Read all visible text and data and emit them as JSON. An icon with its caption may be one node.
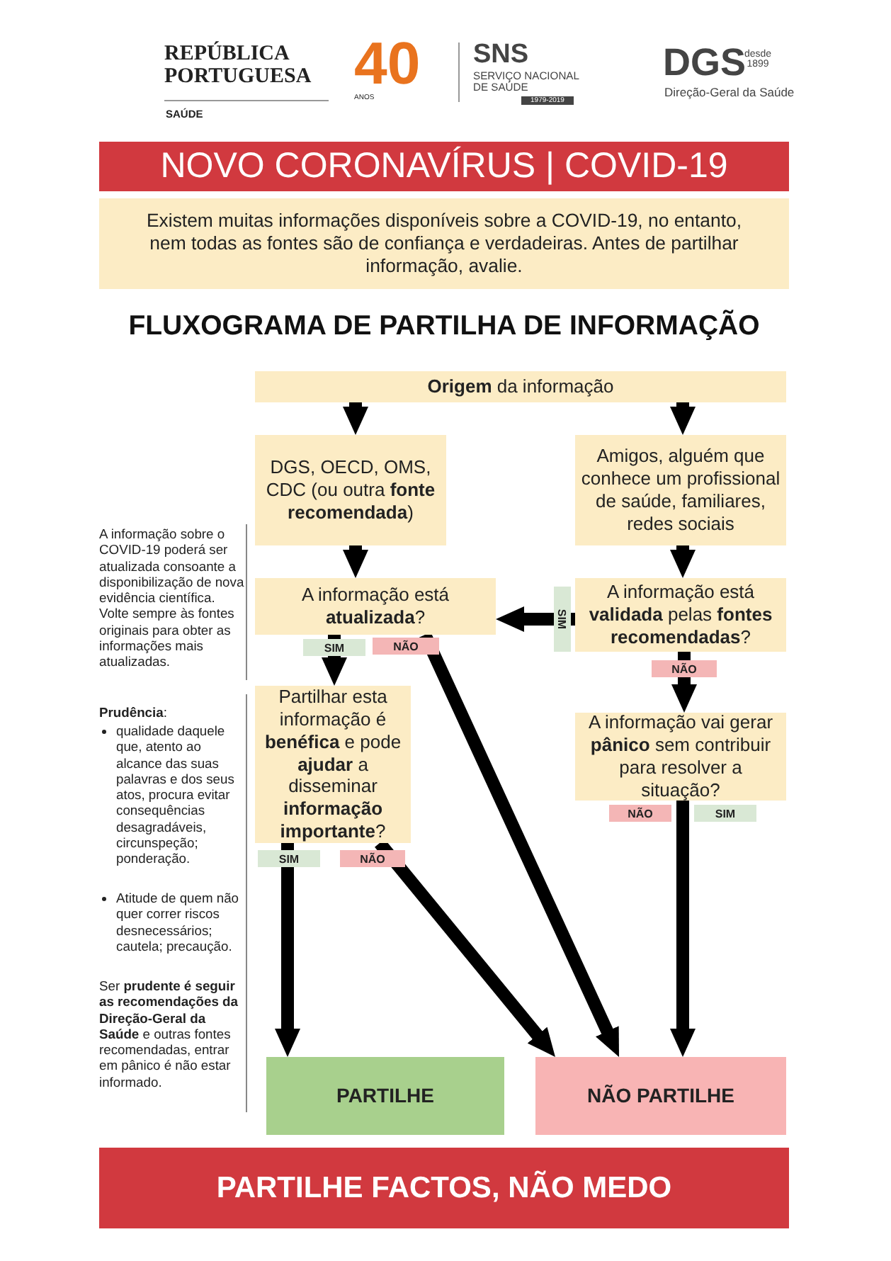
{
  "diagram": {
    "title": "**NOVO CORONAVÍRUS** | COVID-19",
    "nodes": [
      {
        "text": [
          "Existem muitas informações disponíveis sobre a COVID-19, no entanto, nem todas as fontes são de confiança e verdadeiras. Antes de partilhar informação, avalie."
        ]
      },
      {
        "text": [
          "**Origem** da informação"
        ]
      },
      {
        "text": [
          "DGS, OECD, OMS, CDC (ou outra **fonte recomendada**)"
        ]
      },
      {
        "text": [
          "Amigos, alguém que conhece um profissional de saúde, familiares, redes sociais"
        ]
      },
      {
        "text": [
          "A informação está **atualizada**?"
        ]
      },
      {
        "text": [
          "A informação está **validada** pelas **fontes recomendadas**?"
        ]
      },
      {
        "text": [
          "Partilhar esta informação é **benéfica** e pode **ajudar** a disseminar **informação importante**?"
        ]
      },
      {
        "text": [
          "A informação vai gerar **pânico** sem contribuir para resolver a situação?"
        ],
        "beside": [
          "NÃO",
          "SIM"
        ]
      },
      {
        "text": [
          "PARTILHE"
        ]
      },
      {
        "text": [
          "NÃO PARTILHE"
        ]
      },
      {
        "text": [
          "PARTILHE FACTOS, NÃO MEDO"
        ]
      }
    ],
    "edges": [
      {
        "from": 1,
        "to": 2,
        "arrow": "to"
      },
      {
        "from": 1,
        "to": 3,
        "arrow": "to"
      },
      {
        "from": 2,
        "to": 4,
        "arrow": "to"
      },
      {
        "from": 3,
        "to": 5,
        "arrow": "to"
      },
      {
        "from": 5,
        "to": 4,
        "arrow": "to",
        "label": "SIM"
      },
      {
        "from": 4,
        "to": 6,
        "arrow": "to",
        "label": "SIM"
      },
      {
        "from": 4,
        "to": 9,
        "arrow": "to",
        "label": "NÃO"
      },
      {
        "from": 5,
        "to": 7,
        "arrow": "to",
        "label": "NÃO"
      },
      {
        "from": 6,
        "to": 8,
        "arrow": "to",
        "label": "SIM"
      },
      {
        "from": 6,
        "to": 9,
        "arrow": "to",
        "label": "NÃO"
      },
      {
        "from": 7,
        "to": 9,
        "arrow": "to"
      }
    ],
    "labels": [
      "REPÚBLICA PORTUGUESA",
      "SAÚDE",
      "40",
      "ANOS",
      "SNS",
      "SERVIÇO NACIONAL DE SAÚDE",
      "1979-2019",
      "DGS",
      "desde 1899",
      "Direção-Geral da Saúde",
      "FLUXOGRAMA DE PARTILHA DE INFORMAÇÃO",
      "A informação sobre o COVID-19 poderá ser atualizada consoante a disponibilização de nova evidência científica. Volte sempre às fontes originais para obter as informações mais atualizadas.",
      "**Prudência**:",
      "qualidade daquele que, atento ao alcance das suas palavras e dos seus atos, procura evitar consequências desagradáveis, circunspeção; ponderação.",
      "Atitude de quem não quer correr riscos desnecessários; cautela; precaução.",
      "Ser **prudente é seguir as recomendações da Direção-Geral da Saúde** e outras fontes recomendadas, entrar em pânico é não estar informado."
    ]
  }
}
